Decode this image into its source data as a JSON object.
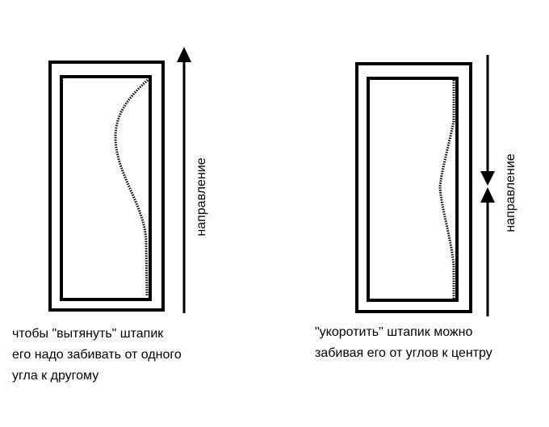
{
  "left_panel": {
    "direction_label": "направление",
    "caption_lines": [
      "чтобы \"вытянуть\" штапик",
      "его надо забивать от одного",
      "угла к другому"
    ]
  },
  "right_panel": {
    "direction_label": "направление",
    "caption_lines": [
      "\"укоротить\" штапик можно",
      "забивая его от углов к центру"
    ]
  },
  "colors": {
    "stroke": "#000000",
    "background": "#ffffff"
  }
}
